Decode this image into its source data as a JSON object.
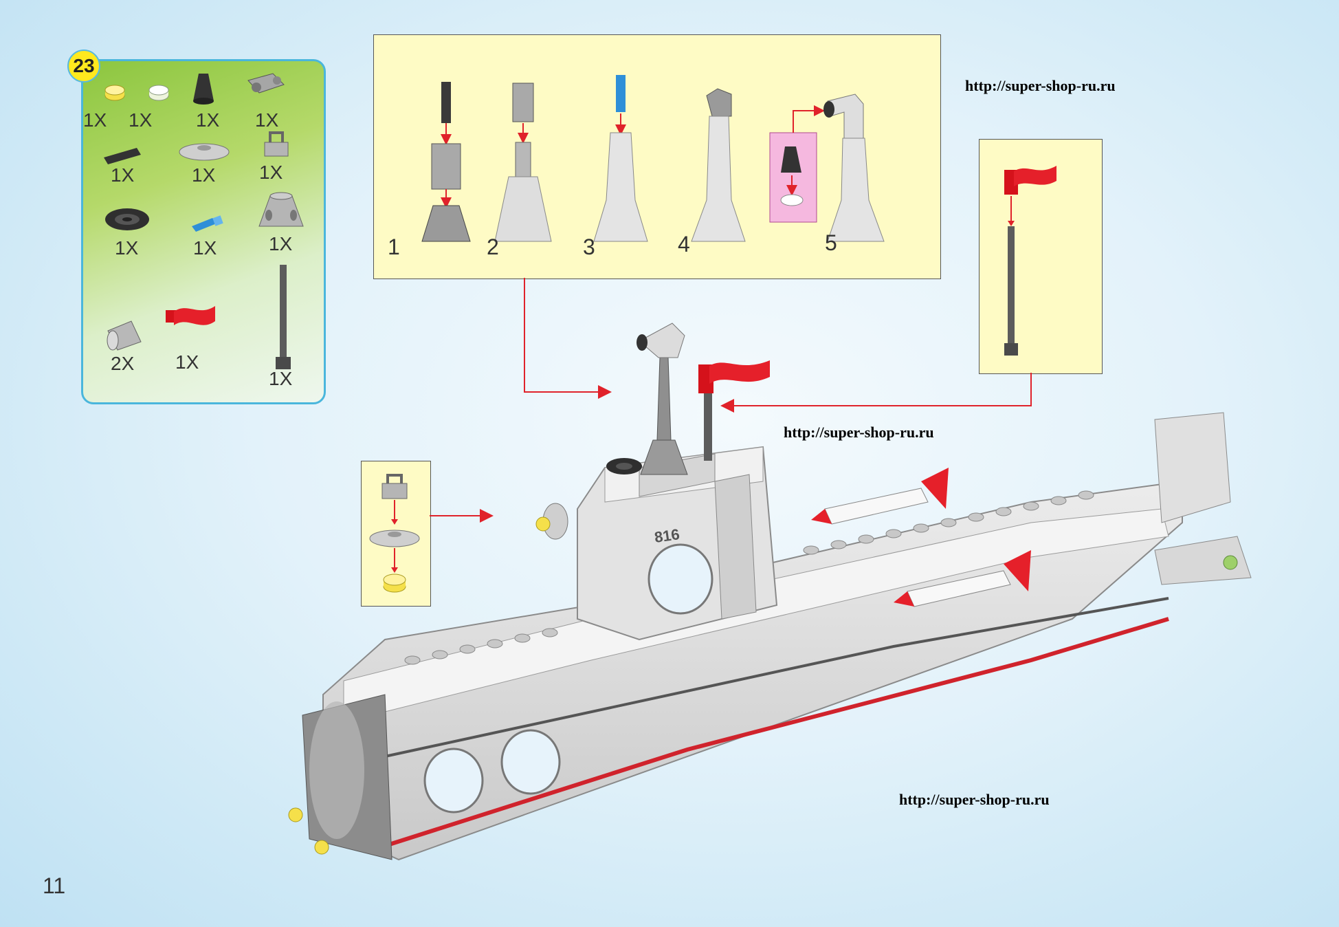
{
  "page": {
    "number": "11"
  },
  "step": {
    "number": "23"
  },
  "parts": [
    {
      "name": "yellow-round-plate",
      "qty": "1X"
    },
    {
      "name": "clear-round-plate",
      "qty": "1X"
    },
    {
      "name": "black-cone",
      "qty": "1X"
    },
    {
      "name": "gray-pin-connector",
      "qty": "1X"
    },
    {
      "name": "black-pin",
      "qty": "1X"
    },
    {
      "name": "gray-dish",
      "qty": "1X"
    },
    {
      "name": "gray-clip-plate",
      "qty": "1X"
    },
    {
      "name": "black-wheel",
      "qty": "1X"
    },
    {
      "name": "blue-axle-pin",
      "qty": "1X"
    },
    {
      "name": "gray-cone-base",
      "qty": "1X"
    },
    {
      "name": "gray-tube",
      "qty": "2X"
    },
    {
      "name": "red-flag",
      "qty": "1X"
    },
    {
      "name": "gray-antenna-bar",
      "qty": "1X"
    }
  ],
  "substeps": [
    "1",
    "2",
    "3",
    "4",
    "5"
  ],
  "watermark": {
    "url": "http://super-shop-ru.ru"
  },
  "model": {
    "hull_number": "816"
  },
  "colors": {
    "parts_border": "#4ab6dc",
    "callout_bg": "#fefbc5",
    "arrow": "#e0222a",
    "badge": "#ffe91e"
  }
}
